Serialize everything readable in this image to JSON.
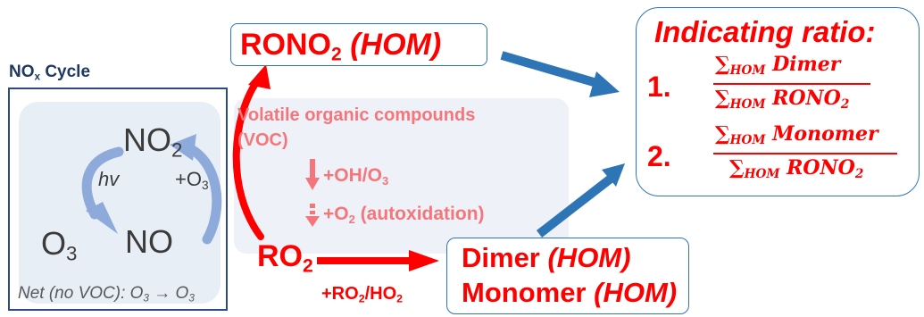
{
  "rono2_box": {
    "base": "RONO",
    "sub": "2",
    "tag": "(HOM)"
  },
  "nox_cycle": {
    "title_base": "NO",
    "title_sub": "x",
    "title_rest": " Cycle",
    "no2_base": "NO",
    "no2_sub": "2",
    "hv": "hv",
    "o3_plus_base": "+O",
    "o3_plus_sub": "3",
    "o3_base": "O",
    "o3_sub": "3",
    "no": "NO",
    "net_prefix": "Net (no VOC): O",
    "net_sub1": "3",
    "net_arrow": " → O",
    "net_sub2": "3"
  },
  "voc": {
    "line1": "Volatile organic compounds",
    "line2": "(VOC)",
    "step1_base": "+OH/O",
    "step1_sub": "3",
    "step2_base": "+O",
    "step2_sub": "2",
    "step2_rest": " (autoxidation)"
  },
  "ro2": {
    "base": "RO",
    "sub": "2"
  },
  "reaction": {
    "base1": "+RO",
    "sub1": "2",
    "mid": "/HO",
    "sub2": "2"
  },
  "products_box": {
    "dimer": "Dimer ",
    "dimer_tag": "(HOM)",
    "monomer": "Monomer ",
    "monomer_tag": "(HOM)"
  },
  "ratio_box": {
    "title": "Indicating ratio:",
    "items": [
      {
        "n": "1.",
        "num_sigma": "∑",
        "num_sub": "HOM",
        "num_word": "Dimer",
        "den_sigma": "∑",
        "den_sub": "HOM",
        "den_base": "RONO",
        "den_sub2": "2"
      },
      {
        "n": "2.",
        "num_sigma": "∑",
        "num_sub": "HOM",
        "num_word": "Monomer",
        "den_sigma": "∑",
        "den_sub": "HOM",
        "den_base": "RONO",
        "den_sub2": "2"
      }
    ]
  },
  "colors": {
    "red": "#ff0000",
    "voc_pink": "#f4767a",
    "cycle_blue": "#8eaadb",
    "flow_blue": "#2e75b6",
    "box_navy": "#2f4a80",
    "panel_fill": "#eef2f8"
  }
}
